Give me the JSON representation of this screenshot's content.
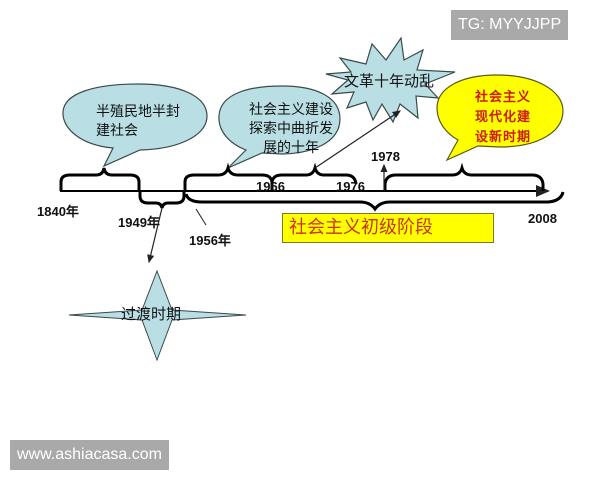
{
  "watermarks": {
    "top_right": "TG: MYYJJPP",
    "bottom_left": "www.ashiacasa.com"
  },
  "timeline": {
    "years": {
      "y1840": "1840年",
      "y1949": "1949年",
      "y1956": "1956年",
      "y1966": "1966",
      "y1976": "1976",
      "y1978": "1978",
      "y2008": "2008"
    }
  },
  "callouts": {
    "semi_colonial": {
      "line1": "半殖民地半封",
      "line2": "建社会",
      "shape": "oval-speech-bubble",
      "fill": "#b9dfe4"
    },
    "socialist_exploration": {
      "line1": "社会主义建设",
      "line2": "探索中曲折发",
      "line3": "展的十年",
      "shape": "oval-speech-bubble",
      "fill": "#b9dfe4"
    },
    "cultural_revolution": {
      "text": "文革十年动乱",
      "shape": "starburst",
      "fill": "#b9dfe4"
    },
    "new_era": {
      "line1": "社会主义",
      "line2": "现代化建",
      "line3": "设新时期",
      "shape": "oval-speech-bubble",
      "fill": "#ffff00",
      "text_color": "#d01a10"
    },
    "transition": {
      "text": "过渡时期",
      "shape": "four-point-star",
      "fill": "#b9dfe4"
    }
  },
  "primary_stage": {
    "label": "社会主义初级阶段",
    "fill": "#ffff00",
    "text_color": "#cc3311"
  },
  "colors": {
    "line": "#000000",
    "bubble_fill": "#b9dfe4",
    "bubble_stroke": "#3a4a4a",
    "highlight_yellow": "#ffff00",
    "highlight_red": "#d01a10",
    "watermark_bg": "#a9a9a9"
  }
}
